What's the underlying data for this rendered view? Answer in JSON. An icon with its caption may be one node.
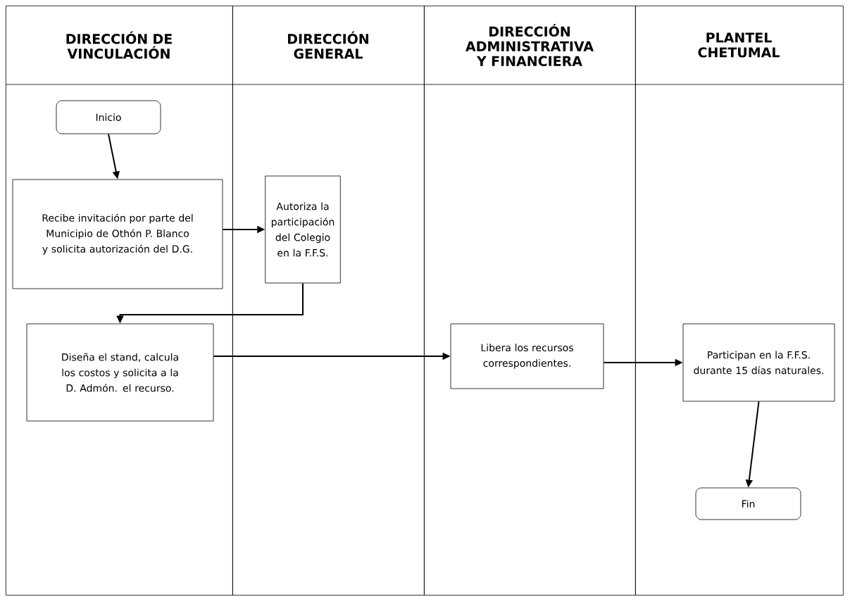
{
  "diagram": {
    "nodes": [
      {
        "text": [
          "DIRECCIÓN DE VINCULACIÓN"
        ]
      },
      {
        "text": [
          "DIRECCIÓN GENERAL"
        ]
      },
      {
        "text": [
          "DIRECCIÓN ADMINISTRATIVA Y FINANCIERA"
        ]
      },
      {
        "text": [
          "PLANTEL CHETUMAL"
        ]
      },
      {
        "text": [
          "Inicio"
        ],
        "in": 0
      },
      {
        "text": [
          "Recibe invitación por parte del Municipio de Othón P. Blanco y solicita autorización del D.G."
        ],
        "in": 0
      },
      {
        "text": [
          "Autoriza la participación del Colegio en la F.F.S."
        ],
        "in": 1
      },
      {
        "text": [
          "Diseña el stand, calcula los costos y solicita a la D. Admón. el recurso."
        ],
        "in": 0
      },
      {
        "text": [
          "Libera los recursos correspondientes."
        ],
        "in": 2
      },
      {
        "text": [
          "Participan en la F.F.S. durante 15 días naturales."
        ],
        "in": 3
      },
      {
        "text": [
          "Fin"
        ],
        "in": 3
      }
    ],
    "edges": [
      {
        "from": 4,
        "to": 5,
        "arrow": "to"
      },
      {
        "from": 5,
        "to": 6,
        "arrow": "to"
      },
      {
        "from": 6,
        "to": 7,
        "arrow": "to"
      },
      {
        "from": 7,
        "to": 8,
        "arrow": "to"
      },
      {
        "from": 8,
        "to": 9,
        "arrow": "to"
      },
      {
        "from": 9,
        "to": 10,
        "arrow": "to"
      }
    ]
  }
}
